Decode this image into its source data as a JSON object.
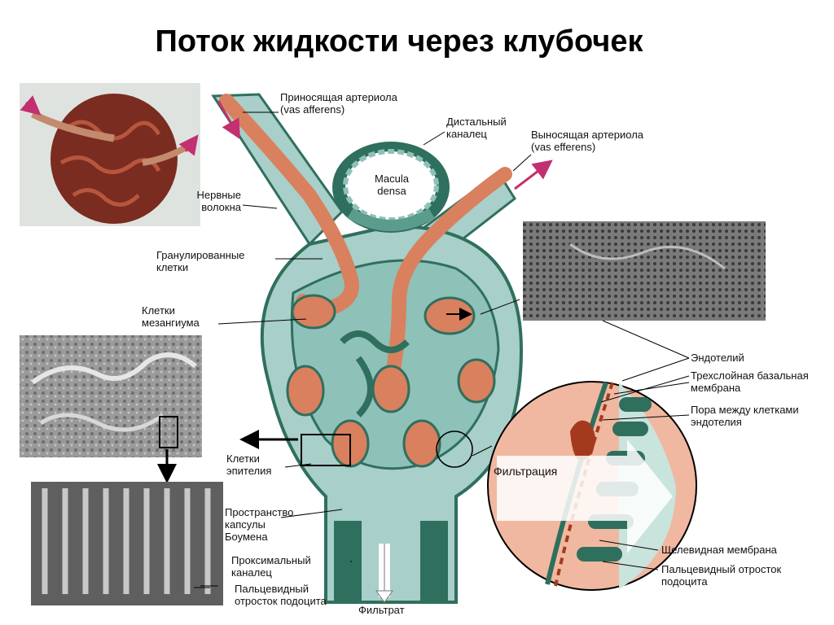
{
  "title": "Поток жидкости через клубочек",
  "labels": {
    "vas_afferens": [
      "Приносящая артериола",
      "(vas afferens)"
    ],
    "distal_tubule": [
      "Дистальный",
      "каналец"
    ],
    "vas_efferens": [
      "Выносящая артериола",
      "(vas efferens)"
    ],
    "macula_densa": [
      "Macula",
      "densa"
    ],
    "nerve_fibers": [
      "Нервные",
      "волокна"
    ],
    "granular_cells": [
      "Гранулированные",
      "клетки"
    ],
    "mesangial_cells": [
      "Клетки",
      "мезангиума"
    ],
    "epithelial_cells": [
      "Клетки",
      "эпителия"
    ],
    "bowman_space": [
      "Пространство",
      "капсулы",
      "Боумена"
    ],
    "proximal_tubule": [
      "Проксимальный",
      "каналец"
    ],
    "podocyte_process_left": [
      "Пальцевидный",
      "отросток подоцита"
    ],
    "filtrate": "Фильтрат",
    "endothelium": "Эндотелий",
    "basal_membrane": [
      "Трехслойная базальная",
      "мембрана"
    ],
    "endothelial_pore": [
      "Пора между клетками",
      "эндотелия"
    ],
    "filtration": "Фильтрация",
    "slit_membrane": "Щелевидная мембрана",
    "podocyte_process_right": [
      "Пальцевидный отросток",
      "подоцита"
    ]
  },
  "colors": {
    "capsule": "#a8cfc9",
    "cells": "#2f6f5e",
    "blood": "#d9805f",
    "blood_dark": "#a33a1e",
    "arrow": "#c2306f",
    "micrograph": "#8c8c8c"
  }
}
